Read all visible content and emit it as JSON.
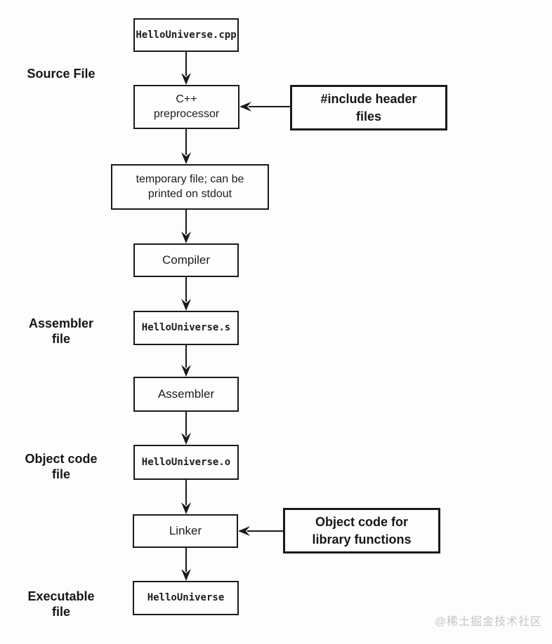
{
  "nodes": {
    "source": "HelloUniverse.cpp",
    "preprocessor": "C++\npreprocessor",
    "temp_file": "temporary file; can be\nprinted on stdout",
    "compiler": "Compiler",
    "assembly_file": "HelloUniverse.s",
    "assembler": "Assembler",
    "object_file": "HelloUniverse.o",
    "linker": "Linker",
    "executable": "HelloUniverse"
  },
  "side_inputs": {
    "headers": "#include header\nfiles",
    "library_objects": "Object code for\nlibrary functions"
  },
  "stage_labels": {
    "source_file": "Source File",
    "assembler_file": "Assembler\nfile",
    "object_code_file": "Object code\nfile",
    "executable_file": "Executable\nfile"
  },
  "watermark": "@稀土掘金技术社区",
  "colors": {
    "line": "#1a1a1a",
    "background": "#fdfdfd",
    "watermark": "#c4c4c4"
  }
}
